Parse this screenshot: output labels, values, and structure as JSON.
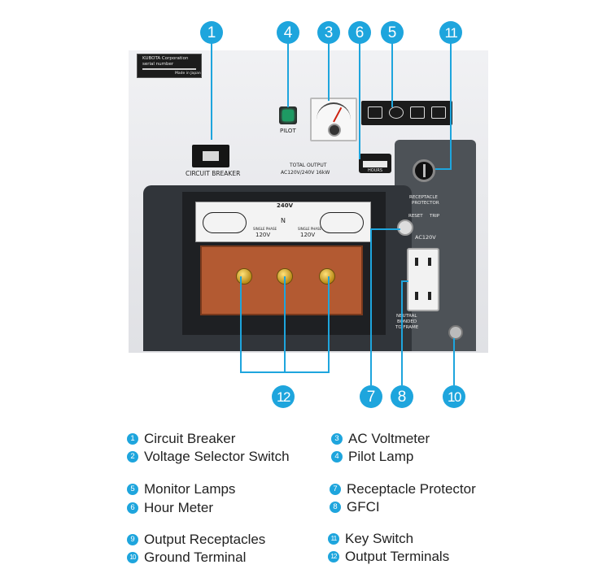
{
  "panel": {
    "serial_plate_lines": [
      "KUBOTA Corporation",
      "serial number",
      "Made in Japan"
    ],
    "pilot_label": "PILOT",
    "breaker_label": "CIRCUIT BREAKER",
    "total_output": "TOTAL OUTPUT",
    "output_spec": "AC120V/240V 16kW",
    "hour_meter_label": "HOURS",
    "voltage_top": "240V",
    "single_phase_left": "SINGLE PHASE",
    "single_phase_right": "SINGLE PHASE",
    "v120_left": "120V",
    "v120_right": "120V",
    "neutral_symbol": "N",
    "receptacle_protector_lines": [
      "RECEPTACLE",
      "PROTECTOR"
    ],
    "reset_label": "RESET",
    "trip_label": "TRIP",
    "ac120v_label": "AC120V",
    "neutral_bonded_lines": [
      "NEUTRAL",
      "BONDED",
      "TO FRAME"
    ]
  },
  "callouts": [
    {
      "id": "1",
      "label": "1"
    },
    {
      "id": "4",
      "label": "4"
    },
    {
      "id": "3",
      "label": "3"
    },
    {
      "id": "6",
      "label": "6"
    },
    {
      "id": "5",
      "label": "5"
    },
    {
      "id": "11",
      "label": "11"
    },
    {
      "id": "12",
      "label": "12"
    },
    {
      "id": "7",
      "label": "7"
    },
    {
      "id": "8",
      "label": "8"
    },
    {
      "id": "10",
      "label": "10"
    }
  ],
  "legend": [
    {
      "num": "1",
      "label": "Circuit Breaker"
    },
    {
      "num": "2",
      "label": "Voltage Selector Switch"
    },
    {
      "num": "3",
      "label": "AC Voltmeter"
    },
    {
      "num": "4",
      "label": "Pilot Lamp"
    },
    {
      "num": "5",
      "label": "Monitor Lamps"
    },
    {
      "num": "6",
      "label": "Hour Meter"
    },
    {
      "num": "7",
      "label": "Receptacle Protector"
    },
    {
      "num": "8",
      "label": "GFCI"
    },
    {
      "num": "9",
      "label": "Output Receptacles"
    },
    {
      "num": "10",
      "label": "Ground Terminal"
    },
    {
      "num": "11",
      "label": "Key Switch"
    },
    {
      "num": "12",
      "label": "Output Terminals"
    }
  ],
  "colors": {
    "accent": "#1ea5dd",
    "panel": "#e9eaee",
    "dark_housing": "#31353a",
    "copper": "#b35a32"
  }
}
